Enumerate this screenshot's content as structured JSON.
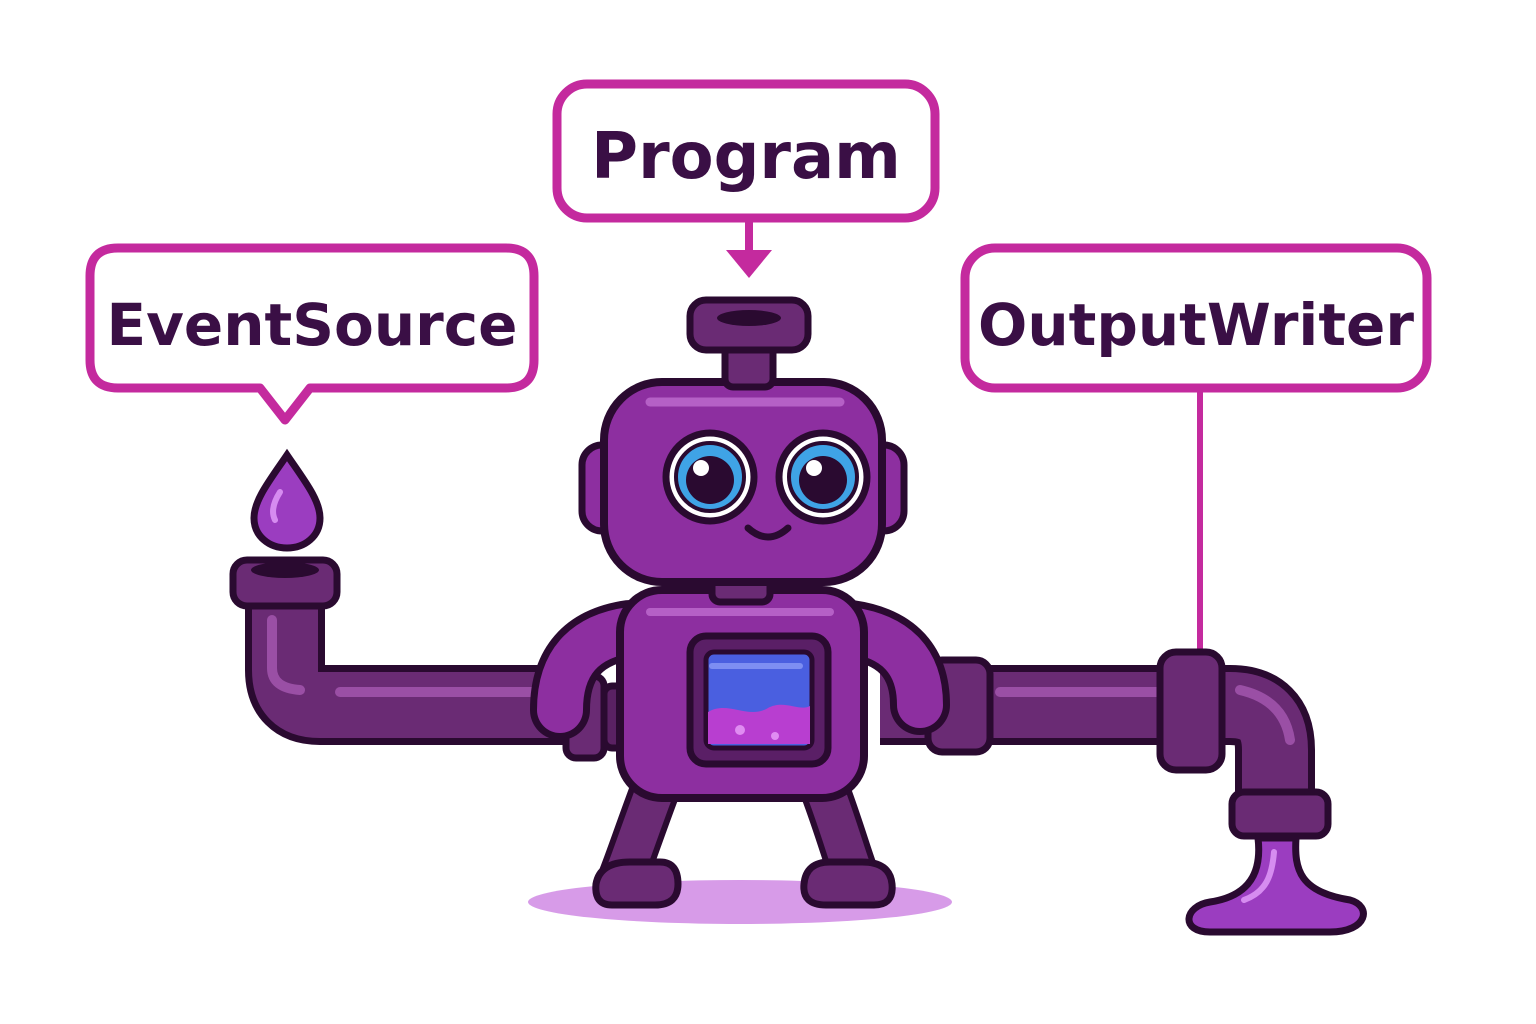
{
  "labels": {
    "program": "Program",
    "event_source": "EventSource",
    "output_writer": "OutputWriter"
  },
  "colors": {
    "label_border": "#c42a9e",
    "label_text": "#3a0f45",
    "pipe": "#6a2b74",
    "pipe_dark": "#4a1655",
    "robot_body": "#8d2fa0",
    "outline": "#2a0a30",
    "screen_blue": "#4a5fe0",
    "liquid": "#9b3dc0",
    "shadow": "#d79be8",
    "eye_iris": "#3fa3e6"
  },
  "icons": [
    "droplet-icon",
    "robot-icon",
    "pipe-icon",
    "liquid-puddle-icon"
  ]
}
